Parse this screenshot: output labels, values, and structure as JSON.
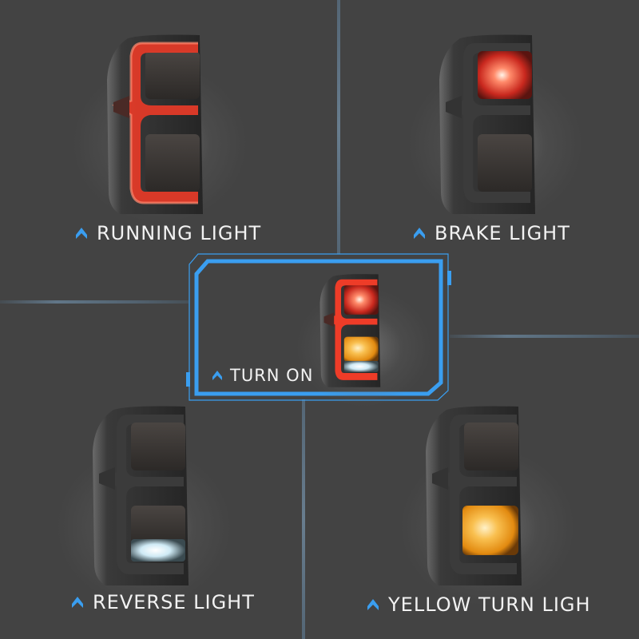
{
  "colors": {
    "background": "#434343",
    "accent_blue": "#3a9ef0",
    "label_text": "#f2f2f2",
    "running_red": "#e8392a",
    "brake_red": "#ff3a2a",
    "turn_amber": "#f7a21b",
    "reverse_white": "#eaf6ff",
    "housing_dark": "#2b2b2b",
    "lens_smoke": "#3a3633"
  },
  "panels": [
    {
      "id": "running",
      "label": "RUNNING LIGHT",
      "icon": "chevron-up-icon",
      "state": {
        "bar": "on",
        "top_lens": "off",
        "bottom_lens": "off",
        "reverse": "off"
      }
    },
    {
      "id": "brake",
      "label": "BRAKE LIGHT",
      "icon": "chevron-up-icon",
      "state": {
        "bar": "off",
        "top_lens": "red",
        "bottom_lens": "off",
        "reverse": "off"
      }
    },
    {
      "id": "turn_on",
      "label": "TURN ON",
      "icon": "chevron-up-icon",
      "state": {
        "bar": "on",
        "top_lens": "red",
        "bottom_lens": "amber",
        "reverse": "white"
      }
    },
    {
      "id": "reverse",
      "label": "REVERSE LIGHT",
      "icon": "chevron-up-icon",
      "state": {
        "bar": "off",
        "top_lens": "off",
        "bottom_lens": "off",
        "reverse": "white"
      }
    },
    {
      "id": "yellow_turn",
      "label": "YELLOW TURN LIGH",
      "icon": "chevron-up-icon",
      "state": {
        "bar": "off",
        "top_lens": "off",
        "bottom_lens": "amber",
        "reverse": "off"
      }
    }
  ]
}
